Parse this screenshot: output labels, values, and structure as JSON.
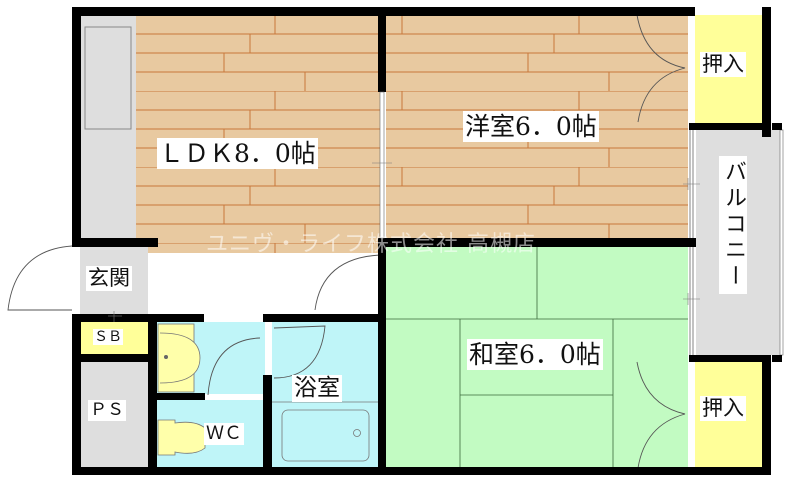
{
  "floor_plan": {
    "rooms": {
      "ldk": {
        "label": "ＬＤＫ8．0帖",
        "type": "LDK",
        "size_jo": 8.0,
        "floor": "wood"
      },
      "western": {
        "label": "洋室6．0帖",
        "type": "Western room",
        "size_jo": 6.0,
        "floor": "wood"
      },
      "japanese": {
        "label": "和室6．0帖",
        "type": "Japanese room",
        "size_jo": 6.0,
        "floor": "tatami"
      },
      "closet_top": {
        "label": "押入"
      },
      "closet_bottom": {
        "label": "押入"
      },
      "balcony": {
        "label": "バルコニー"
      },
      "entrance": {
        "label": "玄関"
      },
      "shoe_box": {
        "label": "ＳＢ"
      },
      "pipe_space": {
        "label": "ＰＳ"
      },
      "bathroom": {
        "label": "浴室"
      },
      "toilet": {
        "label": "ＷＣ"
      }
    },
    "watermark": "ユニヴ・ライフ株式会社 高槻店",
    "colors": {
      "wall": "#000000",
      "wood_floor": "#e8c9a0",
      "wood_lines": "#c8783a",
      "tatami": "#c2fbc2",
      "wet_area": "#bff5f8",
      "closet": "#ffff99",
      "gray_area": "#dedede",
      "fixture": "#ffffaa"
    }
  }
}
